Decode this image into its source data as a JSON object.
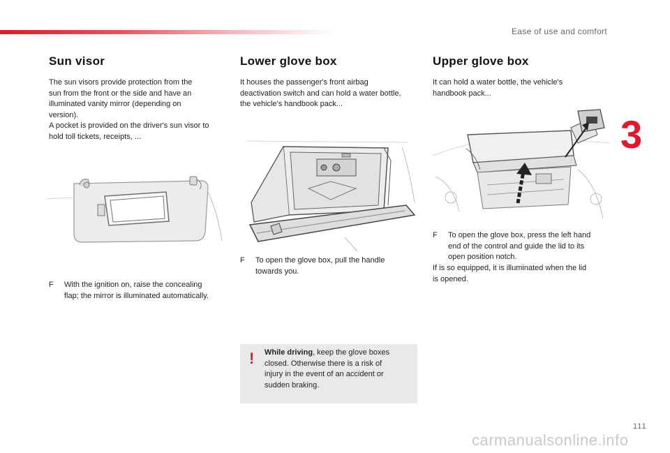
{
  "header": {
    "section": "Ease of use and comfort",
    "chapter_number": "3",
    "page_number": "111",
    "accent_color": "#e0182d"
  },
  "sun_visor": {
    "title": "Sun visor",
    "intro": [
      "The sun visors provide protection from the",
      "sun from the front or the side and have an",
      "illuminated vanity mirror (depending on",
      "version).",
      "A pocket is provided on the driver's sun visor to",
      "hold toll tickets, receipts, ..."
    ],
    "bullet_mark": "F",
    "bullet": [
      "With the ignition on, raise the concealing",
      "flap; the mirror is illuminated automatically."
    ]
  },
  "lower_glove_box": {
    "title": "Lower glove box",
    "intro": [
      "It houses the passenger's front airbag",
      "deactivation switch and can hold a water bottle,",
      "the vehicle's handbook pack..."
    ],
    "bullet_mark": "F",
    "bullet": [
      "To open the glove box, pull the handle",
      "towards you."
    ],
    "warning": {
      "bold": "While driving",
      "rest_first": ", keep the glove boxes",
      "lines": [
        "closed. Otherwise there is a risk of",
        "injury in the event of an accident or",
        "sudden braking."
      ],
      "icon": "exclamation-icon"
    }
  },
  "upper_glove_box": {
    "title": "Upper glove box",
    "intro": [
      "It can hold a water bottle, the vehicle's",
      "handbook pack..."
    ],
    "bullet_mark": "F",
    "bullet": [
      "To open the glove box, press the left hand",
      "end of the control and guide the lid to its",
      "open position notch."
    ],
    "note": [
      "If is so equipped, it is illuminated when the lid",
      "is opened."
    ]
  },
  "footer": {
    "watermark": "carmanualsonline.info"
  }
}
